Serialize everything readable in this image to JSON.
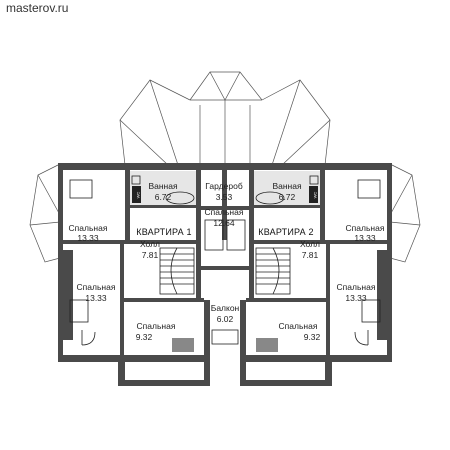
{
  "header": {
    "site": "masterov.ru"
  },
  "apartments": [
    {
      "label": "КВАРТИРА 1"
    },
    {
      "label": "КВАРТИРА 2"
    }
  ],
  "rooms": {
    "bedroom_top_left": {
      "name": "Спальная",
      "area": "13.33"
    },
    "bath_left": {
      "name": "Ванная",
      "area": "6.72"
    },
    "wardrobe": {
      "name": "Гардероб",
      "area": "3.53"
    },
    "bath_right": {
      "name": "Ванная",
      "area": "6.72"
    },
    "bedroom_top_right": {
      "name": "Спальная",
      "area": "13.33"
    },
    "bedroom_center": {
      "name": "Спальная",
      "area": "12.64"
    },
    "hall_left": {
      "name": "Холл",
      "area": "7.81"
    },
    "hall_right": {
      "name": "Холл",
      "area": "7.81"
    },
    "bedroom_mid_left": {
      "name": "Спальная",
      "area": "13.33"
    },
    "bedroom_mid_right": {
      "name": "Спальная",
      "area": "13.33"
    },
    "balcony": {
      "name": "Балкон",
      "area": "6.02"
    },
    "bedroom_bottom_left": {
      "name": "Спальная",
      "area": "9.32"
    },
    "bedroom_bottom_right": {
      "name": "Спальная",
      "area": "9.32"
    }
  },
  "fixtures": {
    "wc_label": "WC"
  },
  "colors": {
    "wall": "#4a4a4a",
    "floor": "#ffffff",
    "tile": "#e6e6e6"
  }
}
